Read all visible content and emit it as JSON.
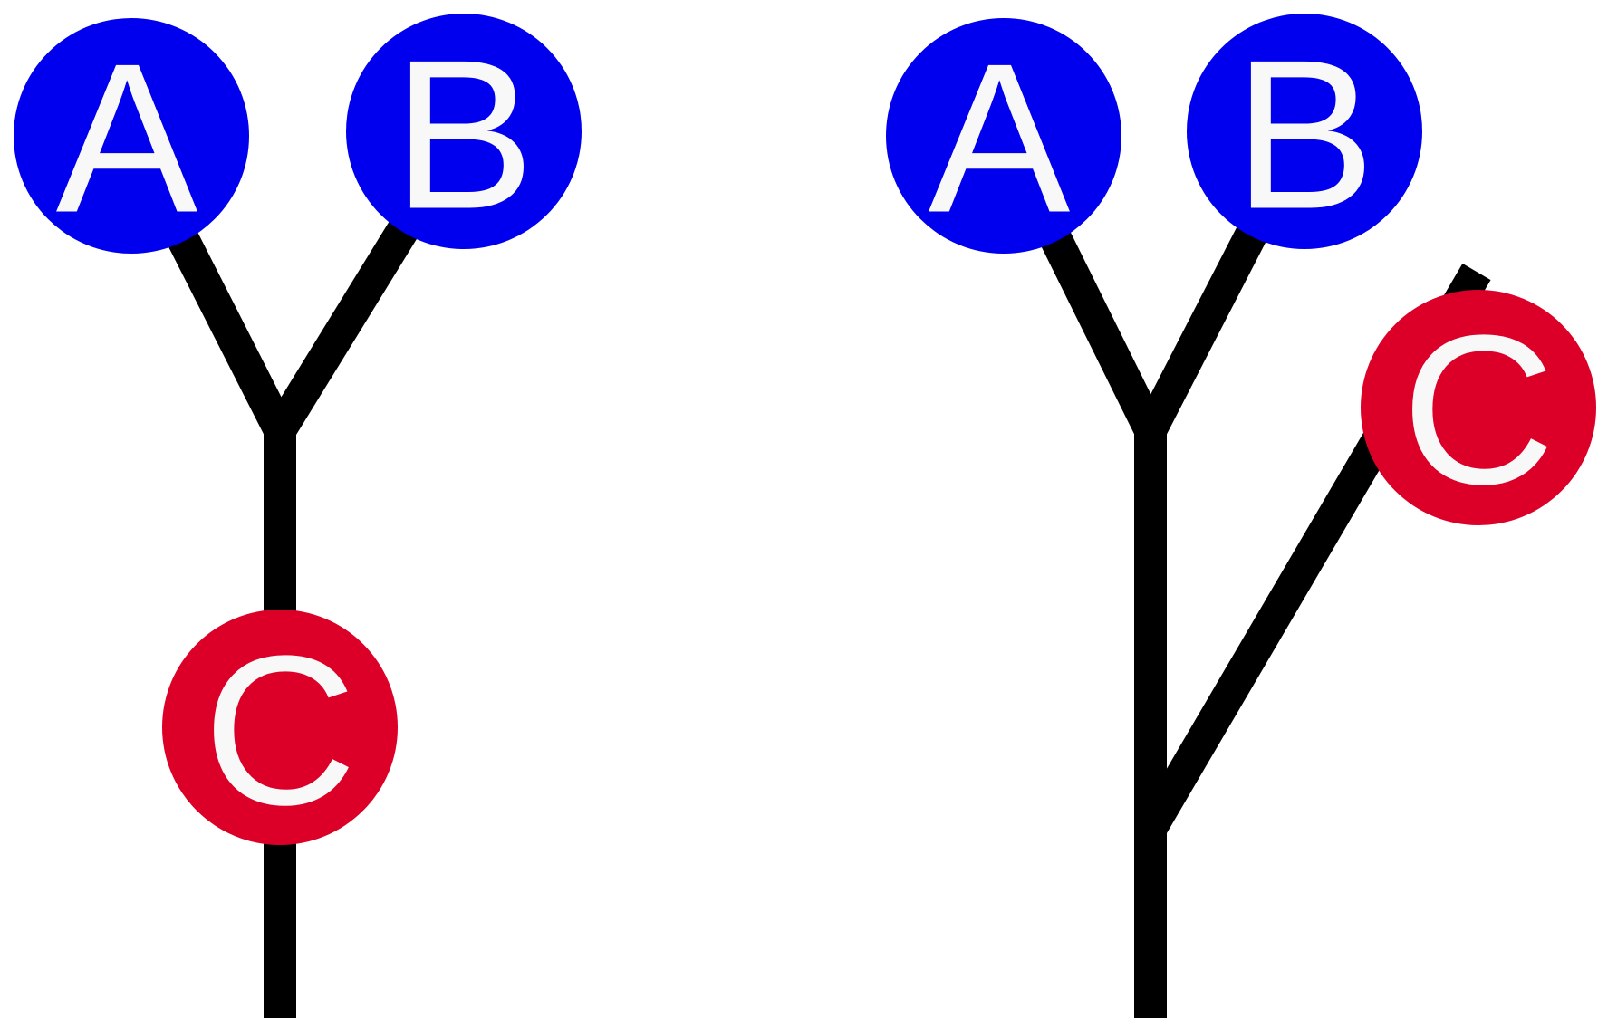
{
  "colors": {
    "blue": "#0000ee",
    "red": "#dc0028",
    "edge": "#000000",
    "label": "#f8f8f8"
  },
  "trees": [
    {
      "name": "left-tree",
      "nodes": [
        {
          "id": "A",
          "label": "A",
          "color": "blue"
        },
        {
          "id": "B",
          "label": "B",
          "color": "blue"
        },
        {
          "id": "C",
          "label": "C",
          "color": "red"
        }
      ]
    },
    {
      "name": "right-tree",
      "nodes": [
        {
          "id": "A",
          "label": "A",
          "color": "blue"
        },
        {
          "id": "B",
          "label": "B",
          "color": "blue"
        },
        {
          "id": "C",
          "label": "C",
          "color": "red"
        }
      ]
    }
  ]
}
